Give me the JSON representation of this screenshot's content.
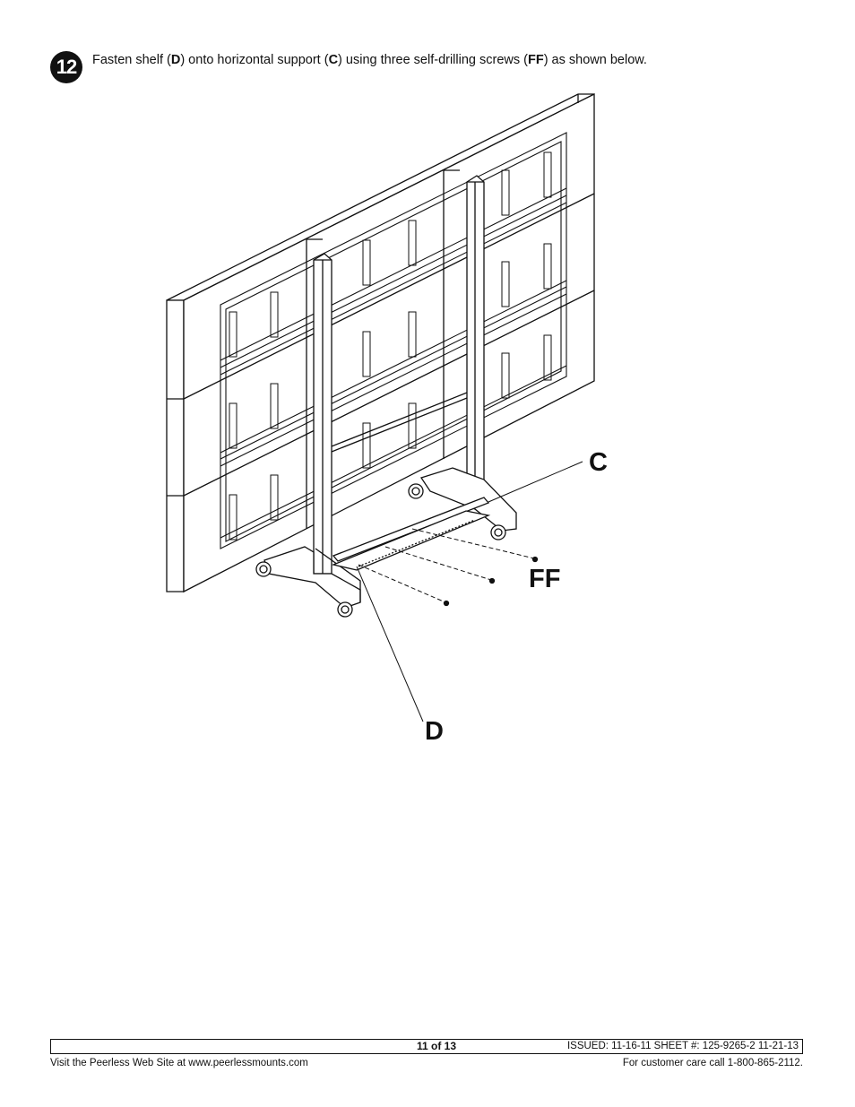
{
  "step": {
    "number": "12"
  },
  "instruction": {
    "t1": "Fasten shelf (",
    "b1": "D",
    "t2": ") onto horizontal support (",
    "b2": "C",
    "t3": ") using three self-drilling screws (",
    "b3": "FF",
    "t4": ") as shown below."
  },
  "callouts": {
    "c": "C",
    "ff": "FF",
    "d": "D"
  },
  "footer": {
    "page": "11 of 13",
    "issued": "ISSUED: 11-16-11 SHEET #: 125-9265-2  11-21-13",
    "website": "Visit the Peerless Web Site at www.peerlessmounts.com",
    "care": "For customer care call 1-800-865-2112."
  }
}
